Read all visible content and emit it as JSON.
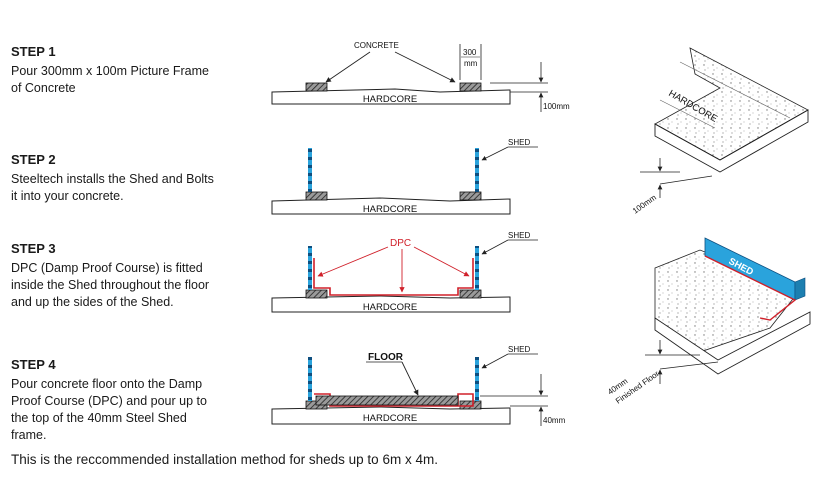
{
  "steps": [
    {
      "title": "STEP 1",
      "text": "Pour 300mm x 100m Picture Frame of Concrete"
    },
    {
      "title": "STEP 2",
      "text": "Steeltech installs the Shed and Bolts it into your concrete."
    },
    {
      "title": "STEP 3",
      "text": "DPC (Damp Proof Course) is fitted inside the Shed throughout the floor and up the sides of the Shed."
    },
    {
      "title": "STEP 4",
      "text": "Pour concrete floor onto the Damp Proof Course (DPC) and pour up to the top of the 40mm Steel Shed frame."
    }
  ],
  "footer": "This is the reccommended installation method for sheds up to 6m x 4m.",
  "labels": {
    "concrete": "CONCRETE",
    "dim_300": "300",
    "dim_mm": "mm",
    "hardcore": "HARDCORE",
    "dim_100mm": "100mm",
    "shed": "SHED",
    "dpc": "DPC",
    "floor": "FLOOR",
    "dim_40mm": "40mm",
    "iso_hardcore": "HARDCORE",
    "iso_100mm": "100mm",
    "iso_shed": "SHED",
    "iso_40mm": "40mm",
    "iso_finished_floor": "Finished Floor"
  },
  "colors": {
    "dpc_red": "#d0202a",
    "shed_blue": "#2aa3dc",
    "line": "#222222"
  }
}
